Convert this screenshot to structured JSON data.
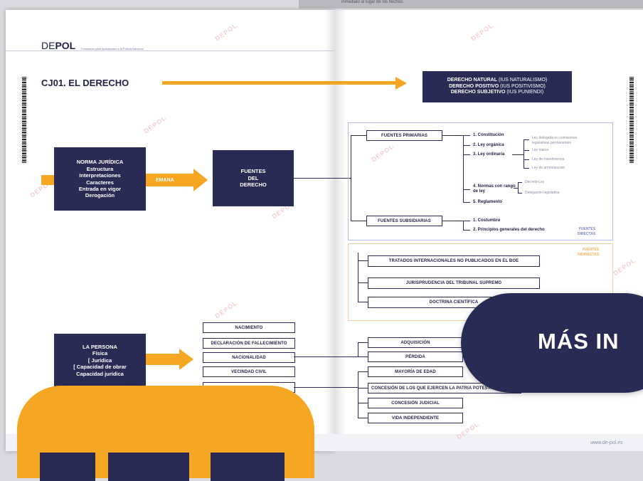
{
  "top_snippet": "inmediato al lugar de los hechos.",
  "brand": {
    "de": "DE",
    "pol": "POL",
    "tagline": "Formación para oposiciones a la Policía Nacional"
  },
  "title": "CJ01. EL DERECHO",
  "derecho_box": [
    {
      "bold": "DERECHO NATURAL",
      "rest": " (IUS NATURALISMO)"
    },
    {
      "bold": "DERECHO POSITIVO",
      "rest": " (IUS POSITIVISMO)"
    },
    {
      "bold": "DERECHO SUBJETIVO",
      "rest": " (IUS PUNIENDI)"
    }
  ],
  "norma_box": [
    "NORMA JURÍDICA",
    "Estructura",
    "Interpretaciones",
    "Caracteres",
    "Entrada en vigor",
    "Derogación"
  ],
  "emana": "EMANA",
  "fuentes_box": [
    "FUENTES",
    "DEL",
    "DERECHO"
  ],
  "fuentes_primarias": "FUENTES PRIMARIAS",
  "primarias_items": [
    "1. Constitución",
    "2. Ley orgánica",
    "3. Ley ordinaria",
    "4. Normas con rango de ley",
    "5. Reglamento"
  ],
  "ley_organica_sub": [
    "Ley delegada en comisiones",
    "legislativas permanentes",
    "Ley marco"
  ],
  "ley_ordinaria_sub": [
    "Ley de transferencia",
    "Ley de armonización"
  ],
  "normas_sub": [
    "Decreto-Ley",
    "Delegación legislativa"
  ],
  "fuentes_subsidiarias": "FUENTES SUBSIDIARIAS",
  "subsidiarias_items": [
    "1. Costumbre",
    "2. Principios generales del derecho"
  ],
  "fuentes_directas": [
    "FUENTES",
    "DIRECTAS"
  ],
  "fuentes_indirectas": [
    "FUENTES",
    "INDIRECTAS"
  ],
  "indirectas_items": [
    "TRATADOS INTERNACIONALES NO PUBLICADOS EN EL BOE",
    "JURISPRUDENCIA DEL TRIBUNAL SUPREMO",
    "DOCTRINA CIENTÍFICA"
  ],
  "persona_box": [
    "LA PERSONA",
    "Física",
    "Jurídica",
    "Capacidad de obrar",
    "Capacidad jurídica"
  ],
  "persona_items": [
    "NACIMIENTO",
    "DECLARACIÓN DE FALLECIMIENTO",
    "NACIONALIDAD",
    "VECINDAD CIVIL"
  ],
  "nacionalidad_items": [
    "ADQUISICIÓN",
    "PÉRDIDA"
  ],
  "emancipacion_items": [
    "MAYORÍA DE EDAD",
    "CONCESIÓN DE LOS QUE EJERCEN LA PATRIA POTESTAD",
    "CONCESIÓN JUDICIAL",
    "VIDA INDEPENDIENTE"
  ],
  "mas_info": "MÁS IN",
  "website": "www.de-pol.es",
  "watermark": "DEPOL",
  "colors": {
    "navy": "#2a2b55",
    "orange": "#f5a623",
    "blue_frame": "#b7bde0",
    "orange_frame": "#f6d29a"
  }
}
